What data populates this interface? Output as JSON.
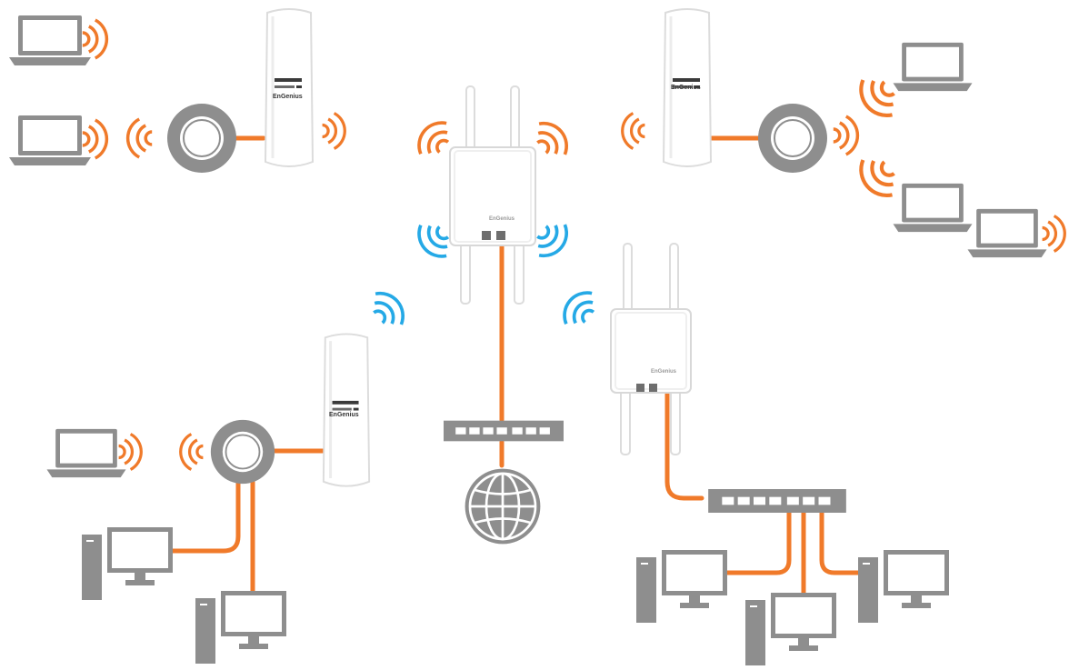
{
  "colors": {
    "cable": "#f07a2a",
    "wave_orange": "#f07a2a",
    "wave_blue": "#25a9e6",
    "device_grey": "#8e8e8e",
    "device_white": "#ffffff",
    "device_edge": "#d8d8d8"
  },
  "labels": {
    "cpe_brand": "EnGenius",
    "ap_brand": "EnGenius"
  },
  "icons": {
    "laptop": "laptop-icon",
    "desktop": "desktop-computer-icon",
    "client_bridge": "client-bridge-puck-icon",
    "switch": "network-switch-icon",
    "internet": "internet-globe-icon",
    "access_point": "outdoor-access-point-icon",
    "cpe": "outdoor-cpe-panel-icon"
  },
  "links": [
    {
      "from": "laptop-tl-1",
      "to": "bridge-tl",
      "medium": "wireless"
    },
    {
      "from": "laptop-tl-2",
      "to": "bridge-tl",
      "medium": "wireless"
    },
    {
      "from": "bridge-tl",
      "to": "cpe-tl",
      "medium": "ethernet"
    },
    {
      "from": "cpe-tl",
      "to": "ap-center",
      "medium": "wireless"
    },
    {
      "from": "cpe-tr",
      "to": "ap-center",
      "medium": "wireless"
    },
    {
      "from": "cpe-tr",
      "to": "bridge-tr",
      "medium": "ethernet"
    },
    {
      "from": "bridge-tr",
      "to": "laptop-tr-1",
      "medium": "wireless"
    },
    {
      "from": "bridge-tr",
      "to": "laptop-tr-2",
      "medium": "wireless"
    },
    {
      "from": "bridge-tr",
      "to": "laptop-tr-3",
      "medium": "wireless"
    },
    {
      "from": "ap-center",
      "to": "cpe-bl",
      "medium": "wireless"
    },
    {
      "from": "ap-center",
      "to": "ap-right",
      "medium": "wireless"
    },
    {
      "from": "ap-center",
      "to": "switch-center",
      "medium": "ethernet"
    },
    {
      "from": "switch-center",
      "to": "internet",
      "medium": "ethernet"
    },
    {
      "from": "cpe-bl",
      "to": "bridge-bl",
      "medium": "ethernet"
    },
    {
      "from": "bridge-bl",
      "to": "laptop-bl",
      "medium": "wireless"
    },
    {
      "from": "bridge-bl",
      "to": "desktop-bl-1",
      "medium": "ethernet"
    },
    {
      "from": "bridge-bl",
      "to": "desktop-bl-2",
      "medium": "ethernet"
    },
    {
      "from": "ap-right",
      "to": "switch-right",
      "medium": "ethernet"
    },
    {
      "from": "switch-right",
      "to": "desktop-br-1",
      "medium": "ethernet"
    },
    {
      "from": "switch-right",
      "to": "desktop-br-2",
      "medium": "ethernet"
    },
    {
      "from": "switch-right",
      "to": "desktop-br-3",
      "medium": "ethernet"
    }
  ]
}
